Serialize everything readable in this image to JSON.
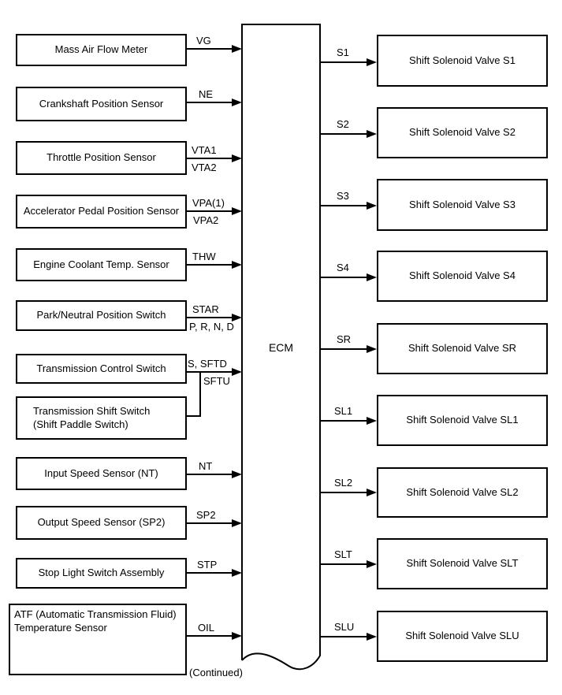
{
  "diagram": {
    "ecm": {
      "label": "ECM"
    },
    "continued": "(Continued)",
    "inputs": [
      {
        "label": "Mass Air Flow Meter",
        "signal": "VG"
      },
      {
        "label": "Crankshaft Position Sensor",
        "signal": "NE"
      },
      {
        "label": "Throttle Position Sensor",
        "signal": "VTA1",
        "signal_below": "VTA2"
      },
      {
        "label": "Accelerator Pedal Position Sensor",
        "signal": "VPA(1)",
        "signal_below": "VPA2"
      },
      {
        "label": "Engine Coolant Temp. Sensor",
        "signal": "THW"
      },
      {
        "label": "Park/Neutral Position Switch",
        "signal": "STAR",
        "signal_below": "P, R, N, D"
      },
      {
        "label": "Transmission Control Switch",
        "signal": "S, SFTD",
        "signal_below": "SFTU"
      },
      {
        "label": "Transmission Shift Switch\n(Shift Paddle Switch)"
      },
      {
        "label": "Input Speed Sensor (NT)",
        "signal": "NT"
      },
      {
        "label": "Output Speed Sensor (SP2)",
        "signal": "SP2"
      },
      {
        "label": "Stop Light Switch Assembly",
        "signal": "STP"
      },
      {
        "label": "ATF (Automatic Transmission Fluid)\nTemperature Sensor",
        "signal": "OIL"
      }
    ],
    "outputs": [
      {
        "signal": "S1",
        "label": "Shift Solenoid Valve S1"
      },
      {
        "signal": "S2",
        "label": "Shift Solenoid Valve S2"
      },
      {
        "signal": "S3",
        "label": "Shift Solenoid Valve S3"
      },
      {
        "signal": "S4",
        "label": "Shift Solenoid Valve S4"
      },
      {
        "signal": "SR",
        "label": "Shift Solenoid Valve SR"
      },
      {
        "signal": "SL1",
        "label": "Shift Solenoid Valve SL1"
      },
      {
        "signal": "SL2",
        "label": "Shift Solenoid Valve SL2"
      },
      {
        "signal": "SLT",
        "label": "Shift Solenoid Valve SLT"
      },
      {
        "signal": "SLU",
        "label": "Shift Solenoid Valve SLU"
      }
    ]
  }
}
